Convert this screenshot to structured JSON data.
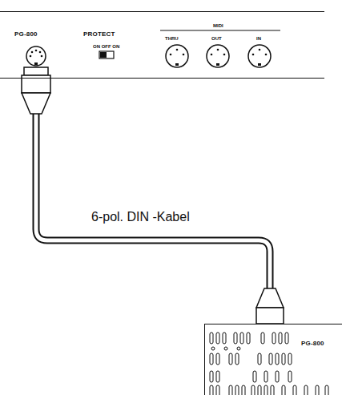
{
  "diagram": {
    "nodes": [
      {
        "text": [
          "PG-800",
          "PROTECT",
          "ON OFF ON",
          "MIDI",
          "THRU",
          "OUT",
          "IN"
        ]
      },
      {
        "text": [
          "PG-800"
        ]
      }
    ],
    "edges": [
      {
        "from": 0,
        "to": 1,
        "arrow": "none",
        "label": "6-pol. DIN -Kabel"
      }
    ]
  }
}
